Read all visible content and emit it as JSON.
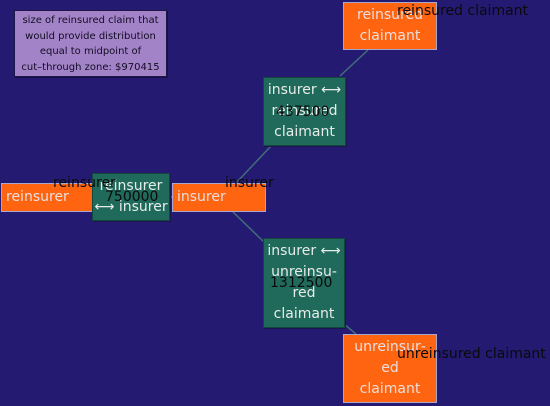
{
  "annotation": {
    "lines": [
      "size of reinsured claim that",
      "would provide distribution",
      "equal to midpoint of",
      "cut–through zone: $970415"
    ]
  },
  "nodes": {
    "reinsurer": {
      "label": "reinsurer"
    },
    "reinsurer_insurer_claim": {
      "label": "reinsurer\n⟷ insurer"
    },
    "insurer": {
      "label": "insurer"
    },
    "insurer_reinsured_claim": {
      "label": "insurer ⟷\nreinsured\nclaimant"
    },
    "reinsured_claimant": {
      "label": "reinsured\nclaimant"
    },
    "insurer_unreinsured_claim": {
      "label": "insurer ⟷\nunreinsu‐\nred\nclaimant"
    },
    "unreinsured_claimant": {
      "label": "unreinsur‐\ned\nclaimant"
    }
  },
  "external_labels": {
    "reinsurer": "reinsurer",
    "insurer": "insurer",
    "reinsured_claimant": "reinsured  claimant",
    "unreinsured_claimant": "unreinsured  claimant"
  },
  "claim_amounts": {
    "reinsurer_insurer": "750000",
    "insurer_reinsured_claimant": "437500",
    "insurer_unreinsured_claimant": "1312500"
  },
  "colors": {
    "background": "#251a72",
    "party_node": "#ff6410",
    "claim_node": "#206a5c",
    "annotation_box": "#a383c8",
    "edge": "#3f6e7a"
  }
}
